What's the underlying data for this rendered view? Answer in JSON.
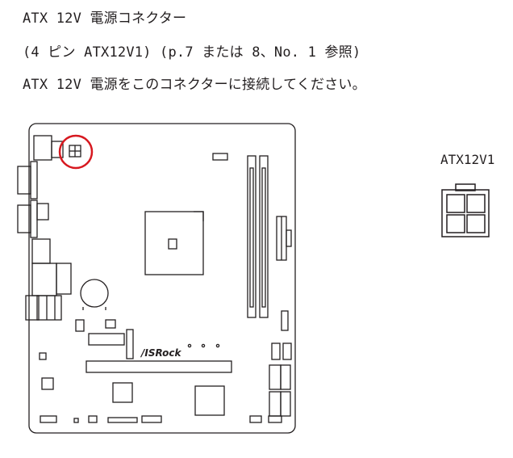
{
  "text": {
    "line1": "ATX 12V 電源コネクター",
    "line2": "(4 ピン ATX12V1) (p.7 または 8、No. 1 参照)",
    "line3": "ATX 12V 電源をこのコネクターに接続してください。"
  },
  "diagram": {
    "connector_label": "ATX12V1",
    "logo_text": "/ISRock",
    "highlight_color": "#d71920"
  }
}
